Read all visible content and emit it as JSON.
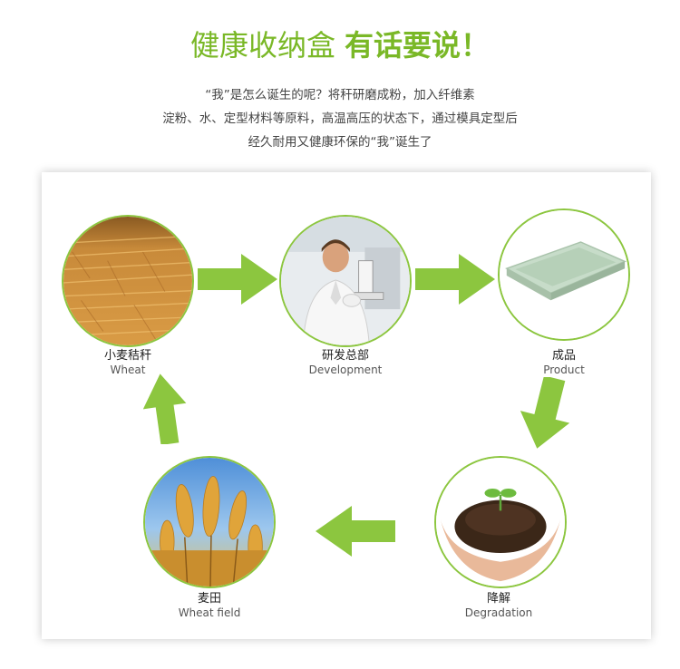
{
  "header": {
    "title_part1": "健康收纳盒",
    "title_part2": "有话要说！",
    "intro_lines": [
      "“我”是怎么诞生的呢？将秆研磨成粉，加入纤维素",
      "淀粉、水、定型材料等原料，高温高压的状态下，通过模具定型后",
      "经久耐用又健康环保的“我”诞生了"
    ]
  },
  "cycle": {
    "wheat": {
      "cn": "小麦秸秆",
      "en": "Wheat"
    },
    "development": {
      "cn": "研发总部",
      "en": "Development"
    },
    "product": {
      "cn": "成品",
      "en": "Product"
    },
    "degradation": {
      "cn": "降解",
      "en": "Degradation"
    },
    "wheat_field": {
      "cn": "麦田",
      "en": "Wheat field"
    }
  },
  "colors": {
    "accent": "#8cc63f",
    "title_green": "#7ab827"
  }
}
